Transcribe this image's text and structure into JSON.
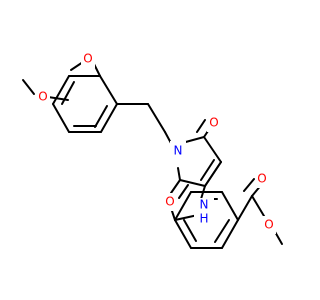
{
  "molecule": {
    "colors": {
      "bond": "#000000",
      "oxygen": "#ff0000",
      "nitrogen": "#0000ff",
      "background": "#ffffff"
    },
    "atoms": {
      "o_methoxy_top": "O",
      "o_methoxy_left": "O",
      "n_ring": "N",
      "o_ring_top": "O",
      "o_ring_bottom": "O",
      "nh_n": "N",
      "nh_h": "H",
      "o_ester_carbonyl": "O",
      "o_ester_single": "O"
    }
  }
}
